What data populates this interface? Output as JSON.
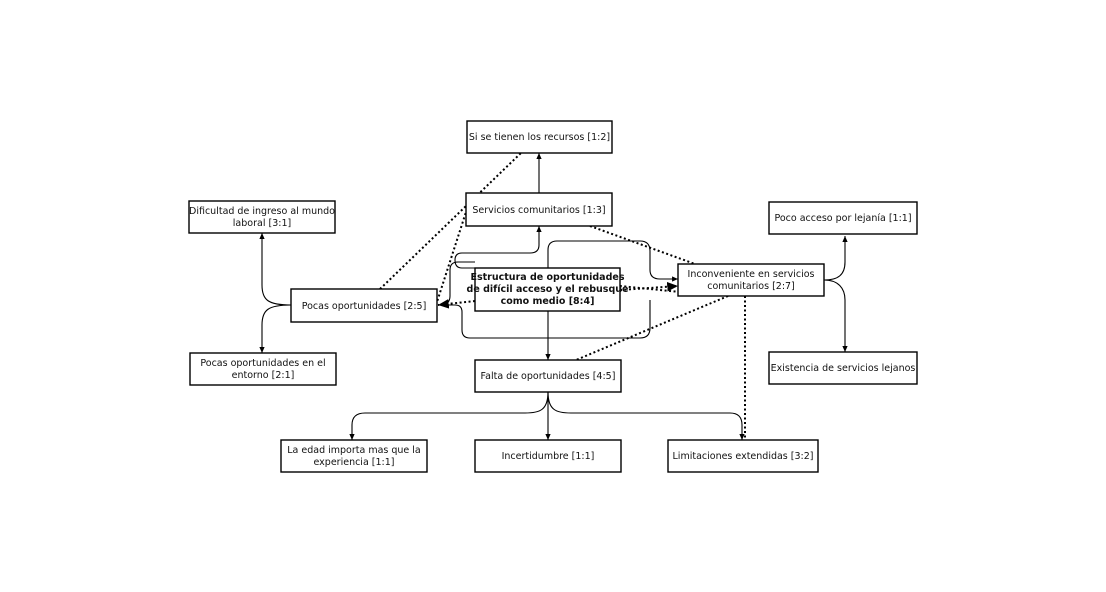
{
  "nodes": {
    "si_recursos": {
      "lines": [
        "Si se tienen los recursos [1:2]"
      ]
    },
    "servicios_comunitarios": {
      "lines": [
        "Servicios comunitarios [1:3]"
      ]
    },
    "dificultad_ingreso": {
      "lines": [
        "Dificultad de ingreso al mundo",
        "laboral [3:1]"
      ]
    },
    "poco_acceso": {
      "lines": [
        "Poco acceso por lejanía [1:1]"
      ]
    },
    "estructura": {
      "lines": [
        "Estructura de oportunidades",
        "de difícil acceso y el rebusque",
        "como medio [8:4]"
      ]
    },
    "inconveniente": {
      "lines": [
        "Inconveniente en servicios",
        "comunitarios [2:7]"
      ]
    },
    "pocas_oportunidades": {
      "lines": [
        "Pocas oportunidades [2:5]"
      ]
    },
    "pocas_entorno": {
      "lines": [
        "Pocas oportunidades en el",
        "entorno [2:1]"
      ]
    },
    "existencia_servicios": {
      "lines": [
        "Existencia de servicios lejanos"
      ]
    },
    "falta_oportunidades": {
      "lines": [
        "Falta de oportunidades [4:5]"
      ]
    },
    "edad_importa": {
      "lines": [
        "La edad importa mas que la",
        "experiencia [1:1]"
      ]
    },
    "incertidumbre": {
      "lines": [
        "Incertidumbre [1:1]"
      ]
    },
    "limitaciones": {
      "lines": [
        "Limitaciones extendidas [3:2]"
      ]
    }
  }
}
